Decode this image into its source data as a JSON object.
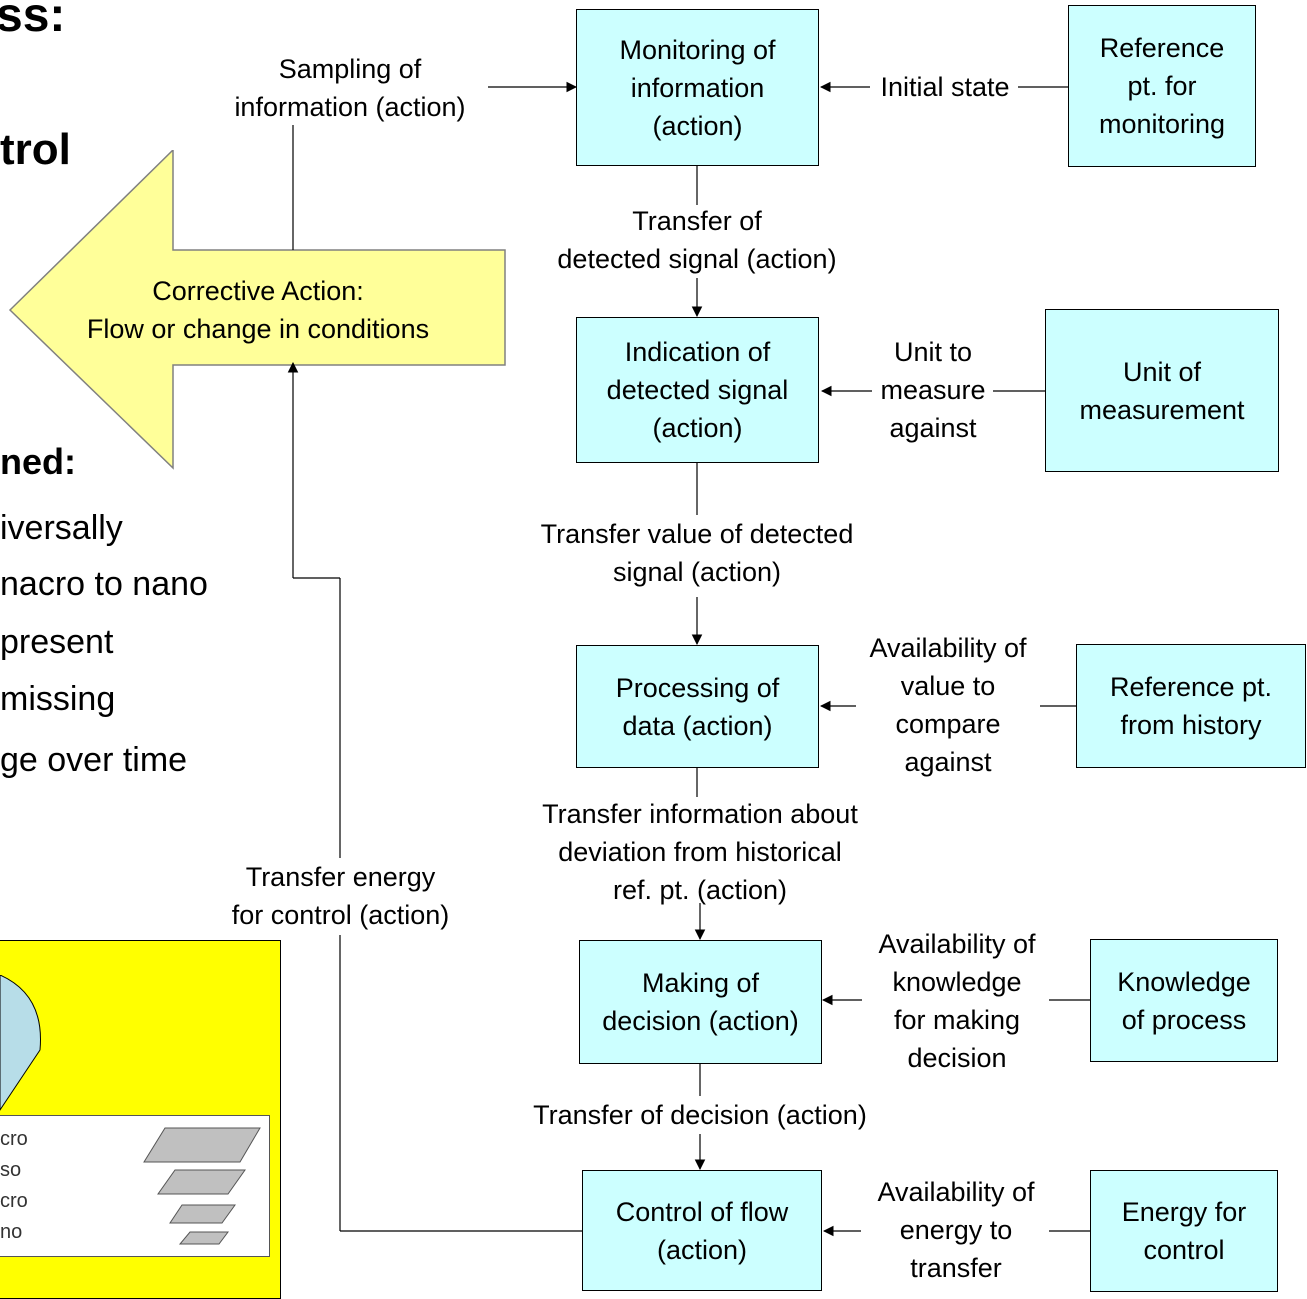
{
  "background_text": {
    "title_fragment": "ss:",
    "heading_fragment": "trol",
    "subheading_fragment": "ned:",
    "lines": [
      "iversally",
      "nacro to nano",
      "present",
      " missing",
      "ge over time"
    ]
  },
  "corrective_action": {
    "line1": "Corrective Action:",
    "line2": "Flow or change in conditions"
  },
  "process_boxes": {
    "monitoring": [
      "Monitoring of",
      "information",
      "(action)"
    ],
    "indication": [
      "Indication of",
      "detected signal",
      "(action)"
    ],
    "processing": [
      "Processing of",
      "data (action)"
    ],
    "decision": [
      "Making of",
      "decision (action)"
    ],
    "control": [
      "Control of flow",
      "(action)"
    ]
  },
  "reference_boxes": {
    "monitoring_ref": [
      "Reference",
      "pt. for",
      "monitoring"
    ],
    "unit": [
      "Unit of",
      "measurement"
    ],
    "history": [
      "Reference pt.",
      "from history"
    ],
    "knowledge": [
      "Knowledge",
      "of process"
    ],
    "energy": [
      "Energy for",
      "control"
    ]
  },
  "side_labels": {
    "initial_state": "Initial state",
    "unit_to_measure": [
      "Unit to",
      "measure",
      "against"
    ],
    "availability_value": [
      "Availability of",
      "value to",
      "compare",
      "against"
    ],
    "availability_knowledge": [
      "Availability of",
      "knowledge",
      "for making",
      "decision"
    ],
    "availability_energy": [
      "Availability of",
      "energy to",
      "transfer"
    ]
  },
  "transfer_labels": {
    "detected_signal": [
      "Transfer of",
      "detected signal (action)"
    ],
    "value_signal": [
      "Transfer value of detected",
      "signal (action)"
    ],
    "deviation": [
      "Transfer information about",
      "deviation from historical",
      "ref. pt. (action)"
    ],
    "decision": [
      "Transfer of decision (action)"
    ]
  },
  "feedback_labels": {
    "sampling": [
      "Sampling of",
      "information (action)"
    ],
    "energy_control": [
      "Transfer energy",
      "for control (action)"
    ]
  },
  "legend": {
    "items": [
      "cro",
      "so",
      "cro",
      "no"
    ]
  },
  "colors": {
    "process_fill": "#ccffff",
    "arrow_fill": "#ffff99",
    "panel_fill": "#ffff00",
    "legend_shape": "#c0c0c0",
    "cloud_fill": "#b7dde8"
  }
}
